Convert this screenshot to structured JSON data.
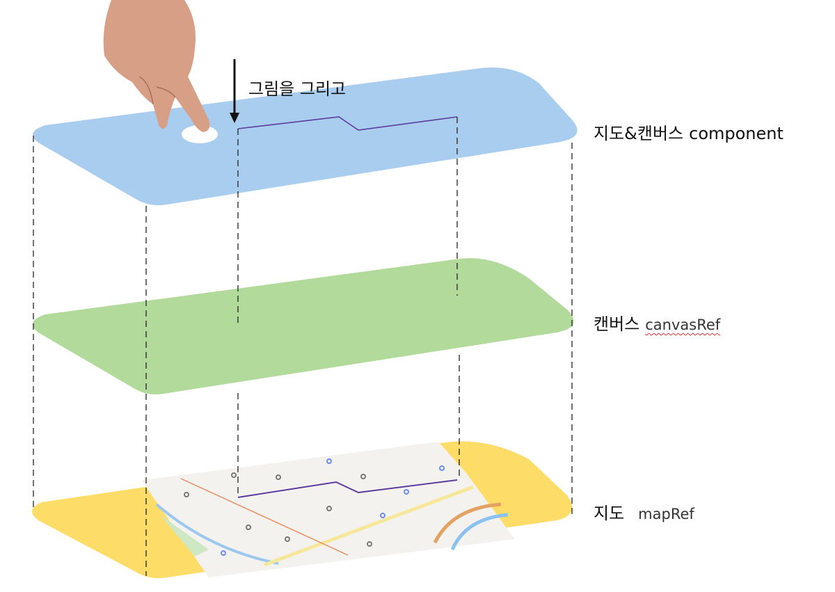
{
  "annotation": {
    "text": "그림을 그리고"
  },
  "layers": [
    {
      "name": "지도&캔버스",
      "ref": "component",
      "color": "#a9cdee"
    },
    {
      "name": "캔버스",
      "ref": "canvasRef",
      "color": "#b2db9b"
    },
    {
      "name": "지도",
      "ref": "mapRef",
      "color": "#fddc68"
    }
  ],
  "stroke_color": "#5b3b9e",
  "icons": [
    "hand-pointing-icon",
    "arrow-down-icon",
    "map-image"
  ]
}
